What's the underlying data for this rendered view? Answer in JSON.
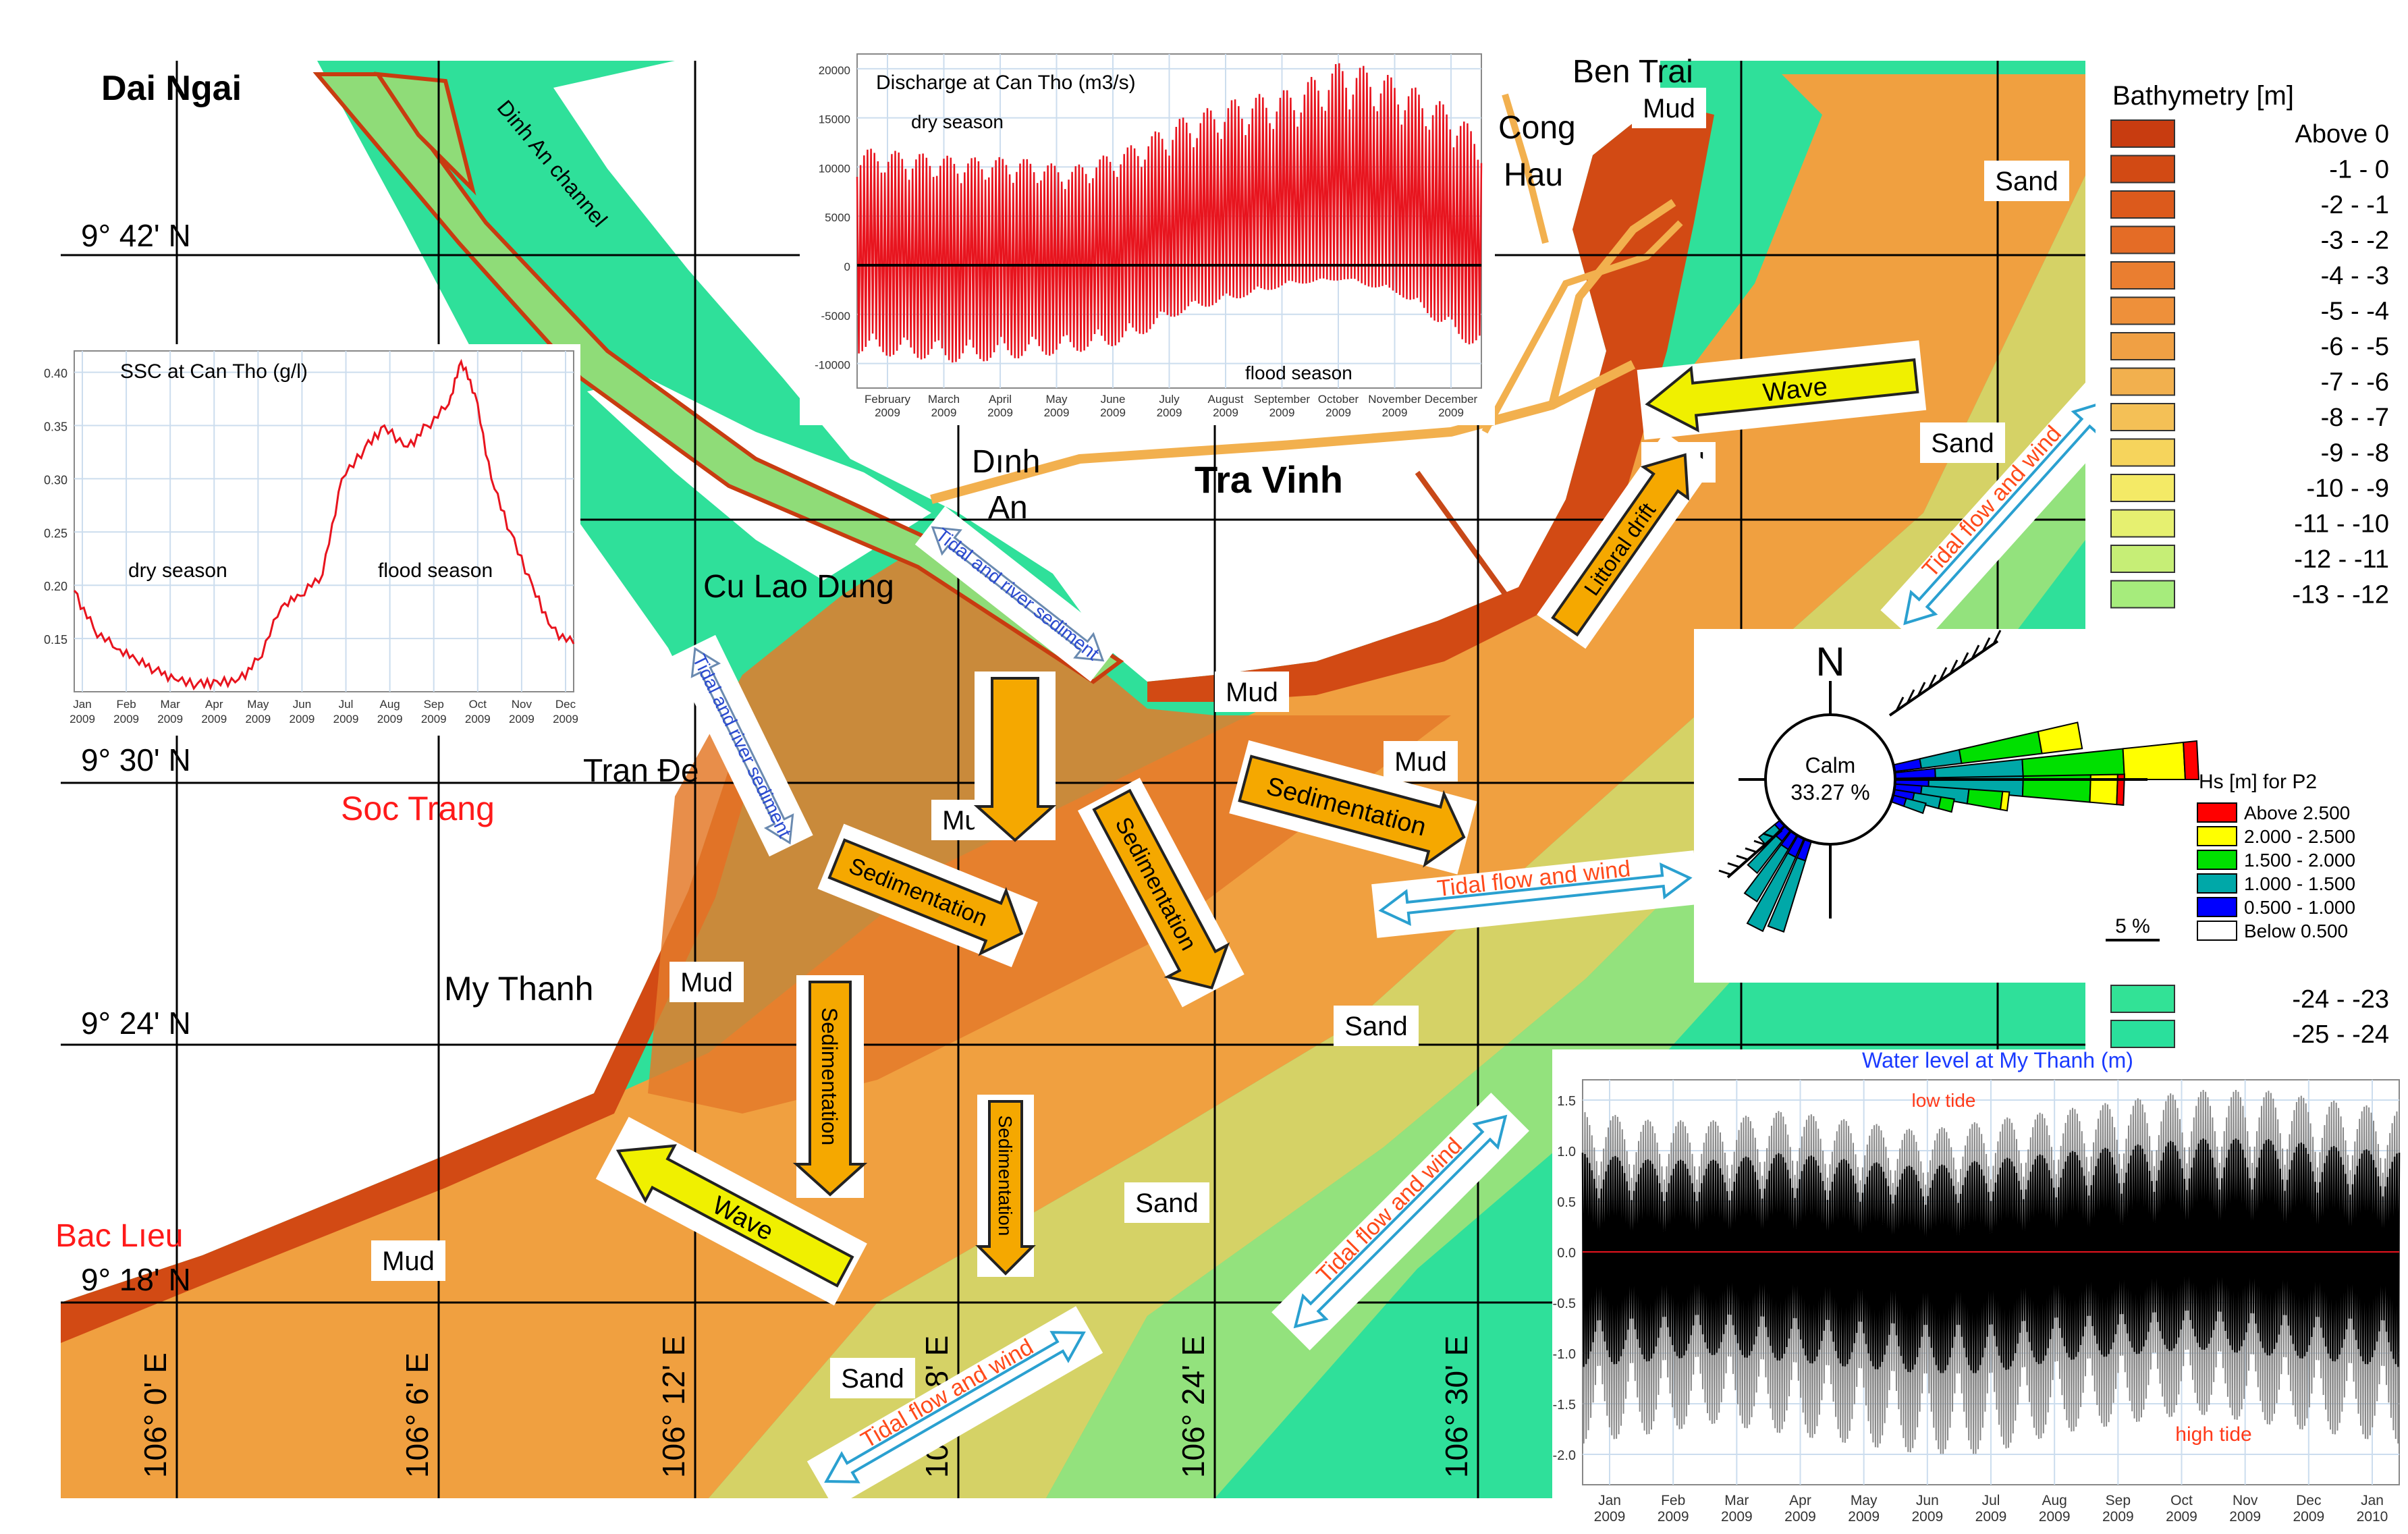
{
  "places": {
    "dai_ngai": "Dai Ngai",
    "dinh_an_channel": "Dinh An channel",
    "ben_trai": "Ben Trai",
    "cong_hau_1": "Cong",
    "cong_hau_2": "Hau",
    "dinh_an_1": "Dınh",
    "dinh_an_2": "An",
    "tra_vinh": "Tra Vinh",
    "cu_lao_dung": "Cu Lao Dung",
    "tran_de": "Tran Đe",
    "soc_trang": "Soc Trang",
    "my_thanh": "My Thanh",
    "bac_lieu": "Bac Lıeu"
  },
  "latitudes": [
    "9° 42' N",
    "9° 30' N",
    "9° 24' N",
    "9° 18' N"
  ],
  "longitudes": [
    "106° 0' E",
    "106° 6' E",
    "106° 12' E",
    "106° 18' E",
    "106° 24' E",
    "106° 30' E"
  ],
  "sediment_labels": {
    "mud": "Mud",
    "sand": "Sand"
  },
  "arrows": {
    "wave": "Wave",
    "sedimentation": "Sedimentation",
    "tidal_flow_wind": "Tidal flow and wind",
    "littoral_drift": "Littoral drift",
    "tidal_river_sediment": "Tidal and river sediment"
  },
  "colors": {
    "deep_sea": "#2fe09a",
    "shallow_orange": "#f0a040",
    "nearshore_red": "#d24a14",
    "channel_green": "#8fdc78",
    "arrow_orange": "#f5a800",
    "arrow_yellow": "#f0f000",
    "discharge_red": "#e8141e",
    "place_red": "#ff1a1a"
  },
  "legend": {
    "title": "Bathymetry [m]",
    "rows": [
      {
        "label": "Above   0",
        "color": "#c83c10"
      },
      {
        "label": "-1 -   0",
        "color": "#d24a14"
      },
      {
        "label": "-2 -  -1",
        "color": "#dc5a1c"
      },
      {
        "label": "-3 -  -2",
        "color": "#e46c26"
      },
      {
        "label": "-4 -  -3",
        "color": "#ea7e30"
      },
      {
        "label": "-5 -  -4",
        "color": "#ee903a"
      },
      {
        "label": "-6 -  -5",
        "color": "#f0a044"
      },
      {
        "label": "-7 -  -6",
        "color": "#f2b04e"
      },
      {
        "label": "-8 -  -7",
        "color": "#f4c056"
      },
      {
        "label": "-9 -  -8",
        "color": "#f6d45c"
      },
      {
        "label": "-10 -  -9",
        "color": "#f4ea66"
      },
      {
        "label": "-11 - -10",
        "color": "#e6f070"
      },
      {
        "label": "-12 - -11",
        "color": "#c6ee76"
      },
      {
        "label": "-13 - -12",
        "color": "#a6ec7c"
      },
      {
        "label": "-24 - -23",
        "color": "#32e296"
      },
      {
        "label": "-25 - -24",
        "color": "#2ae09c"
      }
    ]
  },
  "wind_rose": {
    "north": "N",
    "calm_label": "Calm",
    "calm_value": "33.27 %",
    "legend_title": "Hs [m] for P2",
    "bins": [
      {
        "label": "Above 2.500",
        "color": "#ff0000"
      },
      {
        "label": "2.000 - 2.500",
        "color": "#ffff00"
      },
      {
        "label": "1.500 - 2.000",
        "color": "#00e000"
      },
      {
        "label": "1.000 - 1.500",
        "color": "#00a8a8"
      },
      {
        "label": "0.500 - 1.000",
        "color": "#0000ff"
      },
      {
        "label": "Below 0.500",
        "color": "#ffffff"
      }
    ],
    "scale": "5 %"
  },
  "chart_data": [
    {
      "type": "line",
      "title": "SSC at Can Tho (g/l)",
      "annotations": [
        "dry season",
        "flood season"
      ],
      "x_ticks": [
        "Jan\n2009",
        "Feb\n2009",
        "Mar\n2009",
        "Apr\n2009",
        "May\n2009",
        "Jun\n2009",
        "Jul\n2009",
        "Aug\n2009",
        "Sep\n2009",
        "Oct\n2009",
        "Nov\n2009",
        "Dec\n2009"
      ],
      "y_ticks": [
        "0.40",
        "0.35",
        "0.30",
        "0.25",
        "0.20",
        "0.15"
      ],
      "ylim": [
        0.1,
        0.42
      ],
      "x": [
        "2009-01-01",
        "2009-01-15",
        "2009-02-01",
        "2009-02-15",
        "2009-03-01",
        "2009-03-15",
        "2009-04-01",
        "2009-04-15",
        "2009-05-01",
        "2009-05-15",
        "2009-06-01",
        "2009-06-15",
        "2009-07-01",
        "2009-07-15",
        "2009-08-01",
        "2009-08-15",
        "2009-09-01",
        "2009-09-15",
        "2009-10-01",
        "2009-10-10",
        "2009-10-20",
        "2009-11-01",
        "2009-11-15",
        "2009-12-01",
        "2009-12-15",
        "2009-12-31"
      ],
      "values": [
        0.195,
        0.16,
        0.14,
        0.13,
        0.12,
        0.112,
        0.108,
        0.11,
        0.112,
        0.13,
        0.18,
        0.19,
        0.21,
        0.3,
        0.33,
        0.35,
        0.33,
        0.35,
        0.37,
        0.41,
        0.38,
        0.3,
        0.25,
        0.2,
        0.16,
        0.145
      ]
    },
    {
      "type": "area",
      "title": "Discharge at Can Tho (m3/s)",
      "annotations": [
        "dry season",
        "flood season"
      ],
      "x_ticks": [
        "February\n2009",
        "March\n2009",
        "April\n2009",
        "May\n2009",
        "June\n2009",
        "July\n2009",
        "August\n2009",
        "September\n2009",
        "October\n2009",
        "November\n2009",
        "December\n2009"
      ],
      "y_ticks": [
        "20000",
        "15000",
        "10000",
        "5000",
        "0",
        "-5000",
        "-10000"
      ],
      "ylim": [
        -12500,
        21500
      ],
      "x": [
        "2009-01-15",
        "2009-02-15",
        "2009-03-15",
        "2009-04-15",
        "2009-05-15",
        "2009-06-15",
        "2009-07-15",
        "2009-08-15",
        "2009-09-15",
        "2009-10-15",
        "2009-11-15",
        "2009-12-15",
        "2009-12-31"
      ],
      "max": [
        12000,
        11500,
        11000,
        11000,
        10000,
        12000,
        15000,
        17000,
        18000,
        21000,
        19000,
        16000,
        13000
      ],
      "min": [
        -9000,
        -9500,
        -10000,
        -9500,
        -9000,
        -8000,
        -5000,
        -3500,
        -2000,
        -1500,
        -3000,
        -7000,
        -9000
      ]
    },
    {
      "type": "area",
      "title": "Water level at My Thanh (m)",
      "annotations": [
        "low tide",
        "high tide"
      ],
      "x_ticks": [
        "Jan\n2009",
        "Feb\n2009",
        "Mar\n2009",
        "Apr\n2009",
        "May\n2009",
        "Jun\n2009",
        "Jul\n2009",
        "Aug\n2009",
        "Sep\n2009",
        "Oct\n2009",
        "Nov\n2009",
        "Dec\n2009",
        "Jan\n2010"
      ],
      "y_ticks": [
        "1.5",
        "1.0",
        "0.5",
        "0.0",
        "-0.5",
        "-1.0",
        "-1.5",
        "-2.0"
      ],
      "ylim": [
        -2.3,
        1.7
      ],
      "x": [
        "2009-01-01",
        "2009-02-01",
        "2009-03-01",
        "2009-04-01",
        "2009-05-01",
        "2009-06-01",
        "2009-07-01",
        "2009-08-01",
        "2009-09-01",
        "2009-10-01",
        "2009-11-01",
        "2009-12-01",
        "2010-01-01"
      ],
      "max": [
        1.4,
        1.3,
        1.3,
        1.4,
        1.3,
        1.2,
        1.3,
        1.4,
        1.5,
        1.6,
        1.6,
        1.5,
        1.4
      ],
      "min": [
        -1.9,
        -1.8,
        -1.7,
        -1.8,
        -1.9,
        -2.0,
        -2.0,
        -1.8,
        -1.7,
        -1.6,
        -1.7,
        -1.8,
        -1.9
      ]
    }
  ]
}
